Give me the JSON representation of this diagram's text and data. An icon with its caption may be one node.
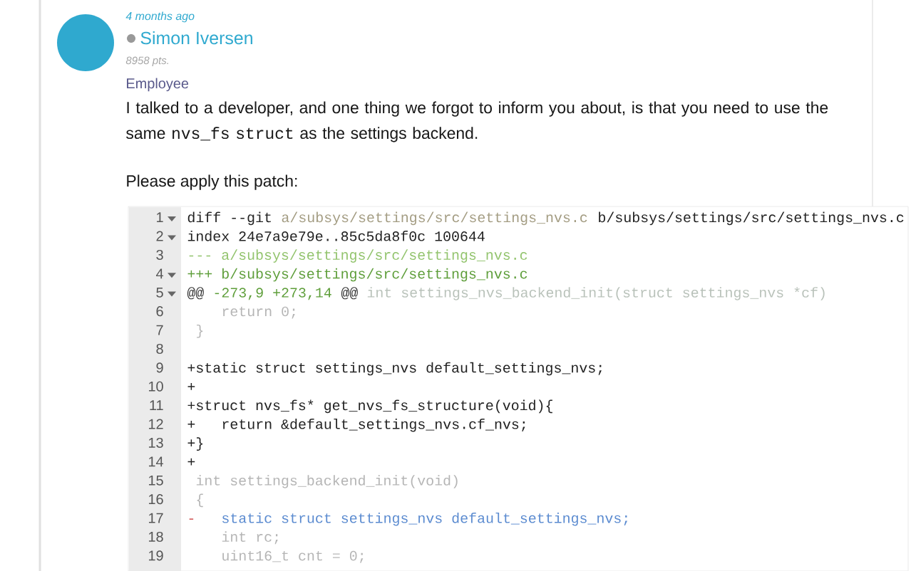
{
  "diagram": {
    "labels": [
      "4 months ago",
      "Simon Iversen",
      "8958 pts.",
      "Employee",
      "I talked to a developer, and one thing we forgot to inform you about, is that you need to use the same",
      "nvs_fs struct",
      "as the settings backend.",
      "Please apply this patch:",
      "1",
      "diff --git",
      "a/subsys/settings/src/settings_nvs.c",
      "b/subsys/settings/src/settings_nvs.c",
      "2",
      "index 24e7a9e79e..85c5da8f0c 100644",
      "3",
      "--- a/subsys/settings/src/settings_nvs.c",
      "4",
      "+++ b/subsys/settings/src/settings_nvs.c",
      "5",
      "@@",
      "-273,9 +273,14",
      "@@",
      "int settings_nvs_backend_init(struct settings_nvs *cf)",
      "6",
      "return 0;",
      "7",
      "}",
      "8",
      "9",
      "+static struct settings_nvs default_settings_nvs;",
      "10",
      "+",
      "11",
      "+struct nvs_fs* get_nvs_fs_structure(void){",
      "12",
      "+",
      "return &default_settings_nvs.cf_nvs;",
      "13",
      "+}",
      "14",
      "+",
      "15",
      "int settings_backend_init(void)",
      "16",
      "{",
      "17",
      "-",
      "static struct settings_nvs default_settings_nvs;",
      "18",
      "int rc;",
      "19",
      "uint16_t cnt = 0;"
    ]
  }
}
